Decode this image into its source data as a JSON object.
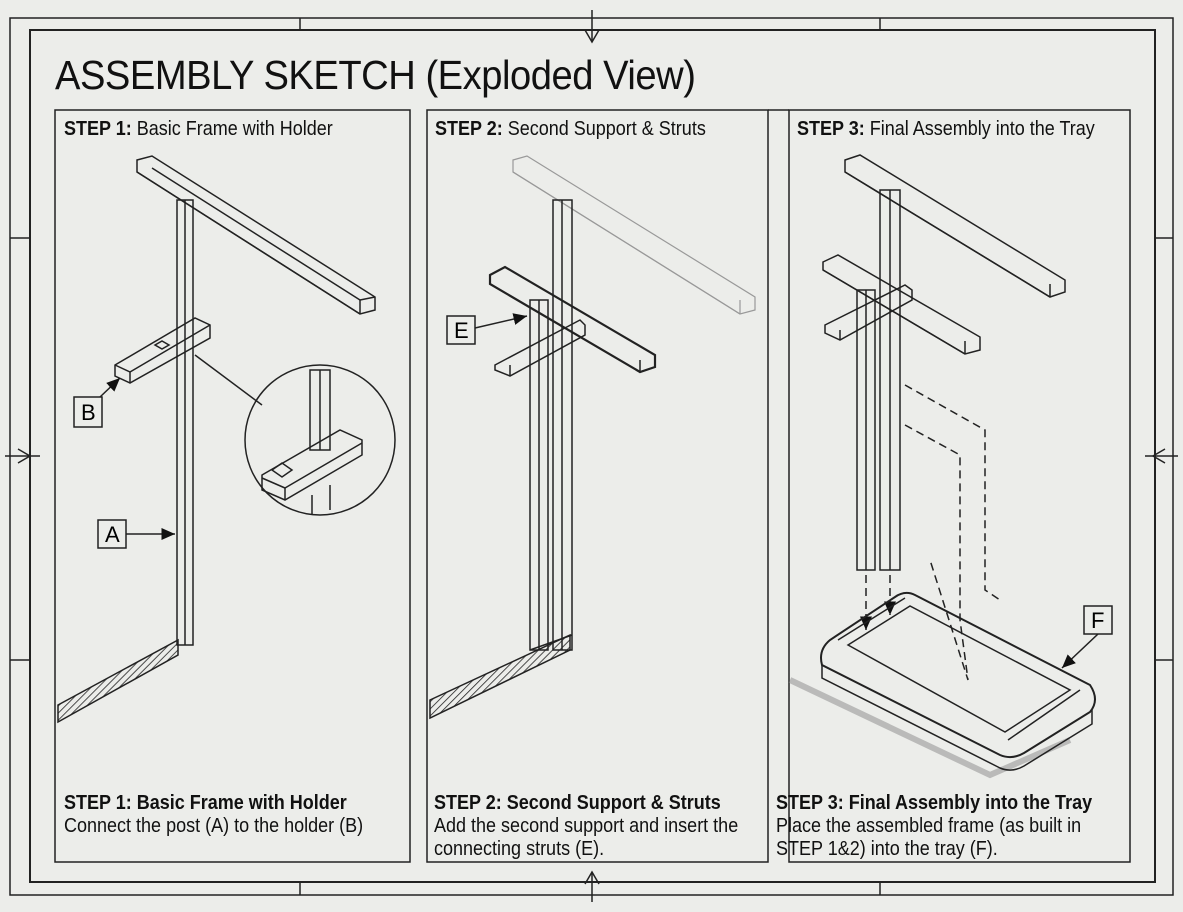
{
  "title": "ASSEMBLY SKETCH (Exploded View)",
  "panels": [
    {
      "step": "STEP 1:",
      "heading": "Basic Frame with Holder",
      "caption_title": "STEP 1: Basic Frame with Holder",
      "caption_lines": [
        "Connect the post (A) to the holder (B)"
      ]
    },
    {
      "step": "STEP 2:",
      "heading": "Second Support & Struts",
      "caption_title": "STEP 2: Second Support & Struts",
      "caption_lines": [
        "Add the second support and insert the",
        "connecting struts (E)."
      ]
    },
    {
      "step": "STEP 3:",
      "heading": "Final Assembly into the Tray",
      "caption_title": "STEP 3: Final Assembly into the Tray",
      "caption_lines": [
        "Place the assembled frame (as built in",
        "STEP 1&2) into the tray (F)."
      ]
    }
  ],
  "labels": {
    "a": "A",
    "b": "B",
    "e": "E",
    "f": "F"
  }
}
